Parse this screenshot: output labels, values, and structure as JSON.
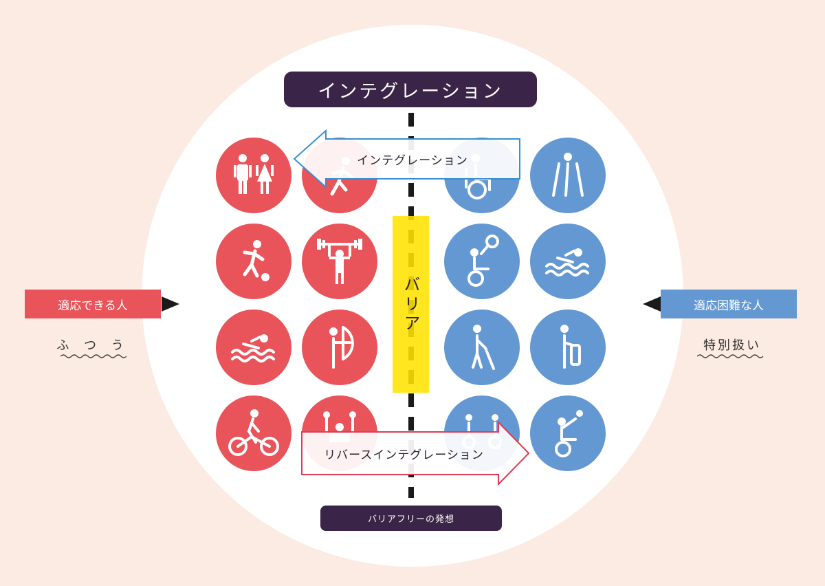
{
  "title": "インテグレーション",
  "bottom_label": "バリアフリーの発想",
  "barrier_label": "バリア",
  "arrow_left_label": "インテグレーション",
  "arrow_right_label": "リバースインテグレーション",
  "left_group": {
    "label": "適応できる人",
    "sublabel": "ふ つ う"
  },
  "right_group": {
    "label": "適応困難な人",
    "sublabel": "特別扱い"
  },
  "colors": {
    "red": "#e9545a",
    "blue": "#6498d2",
    "dark": "#3a2447",
    "barrier": "#ffe200",
    "background": "#fcebe2"
  },
  "red_icons": [
    "restroom-icon",
    "runner-icon",
    "soccer-icon",
    "weightlifting-icon",
    "swimming-icon",
    "archery-icon",
    "cycling-icon",
    "gymnastics-icon"
  ],
  "blue_icons": [
    "wheelchair-icon",
    "crutches-icon",
    "wheelchair-tennis-icon",
    "swimming-icon",
    "blind-cane-icon",
    "standing-walker-icon",
    "wheelchair-group-icon",
    "wheelchair-ball-icon"
  ]
}
